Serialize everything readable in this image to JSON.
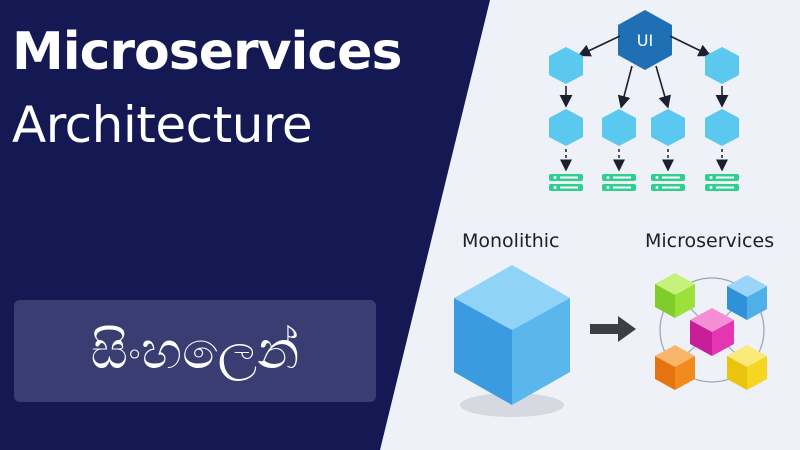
{
  "title": {
    "line1": "Microservices",
    "line2": "Architecture"
  },
  "language_badge": "සිංහලෙන්",
  "diagram": {
    "top_node_label": "UI",
    "monolithic_label": "Monolithic",
    "microservices_label": "Microservices"
  },
  "colors": {
    "navy": "#141953",
    "hexagon": "#5bc8f0",
    "hexagon_dark": "#1f6fb5",
    "database": "#2fcf8f",
    "cube_blue": "#4fb0e8",
    "cube_green": "#9be13a",
    "cube_pink": "#e436b3",
    "cube_orange": "#f28a1e",
    "cube_yellow": "#f6d620"
  }
}
